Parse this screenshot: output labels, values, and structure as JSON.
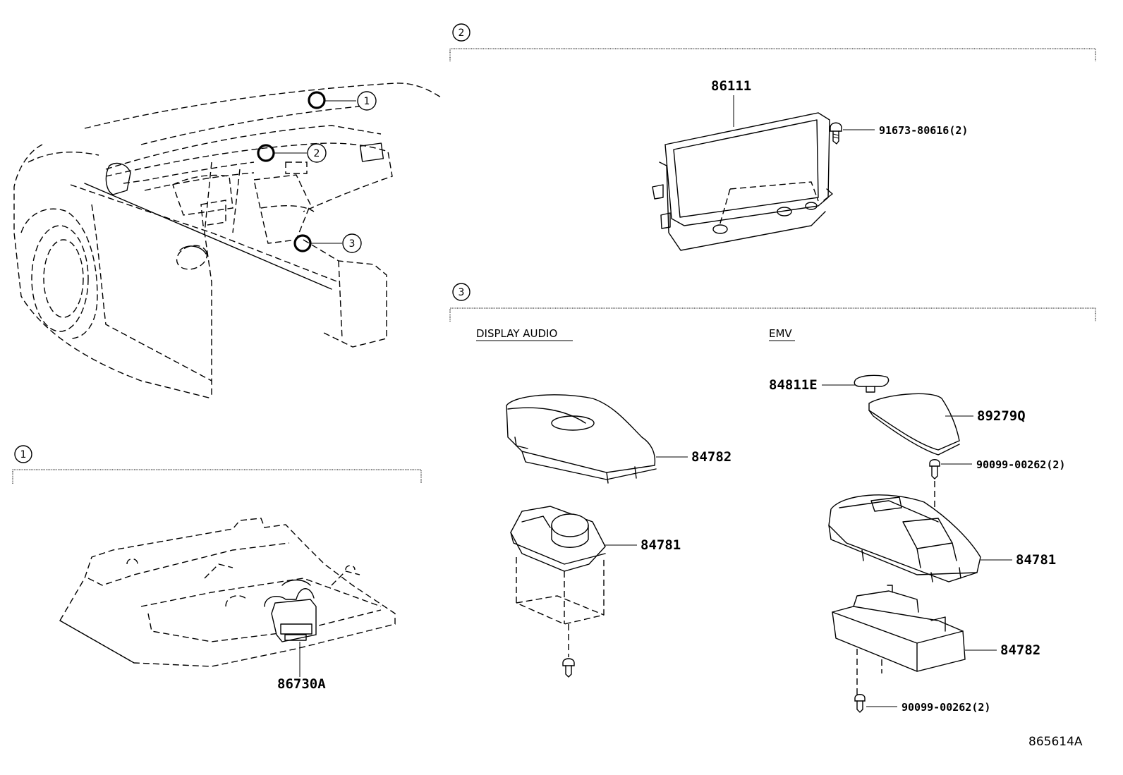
{
  "sections": {
    "s1": {
      "marker": "1"
    },
    "s2": {
      "marker": "2"
    },
    "s3": {
      "marker": "3"
    }
  },
  "overview": {
    "callouts": [
      "1",
      "2",
      "3"
    ]
  },
  "section1": {
    "part": "86730A"
  },
  "section2": {
    "part_display": "86111",
    "part_screw": "91673-80616(2)"
  },
  "section3": {
    "display_audio": {
      "heading": "DISPLAY AUDIO",
      "part_top": "84782",
      "part_controller": "84781"
    },
    "emv": {
      "heading": "EMV",
      "part_knob": "84811E",
      "part_cover": "89279Q",
      "part_screw_upper": "90099-00262(2)",
      "part_controller": "84781",
      "part_base": "84782",
      "part_screw_lower": "90099-00262(2)"
    }
  },
  "figure_ref": "865614A"
}
